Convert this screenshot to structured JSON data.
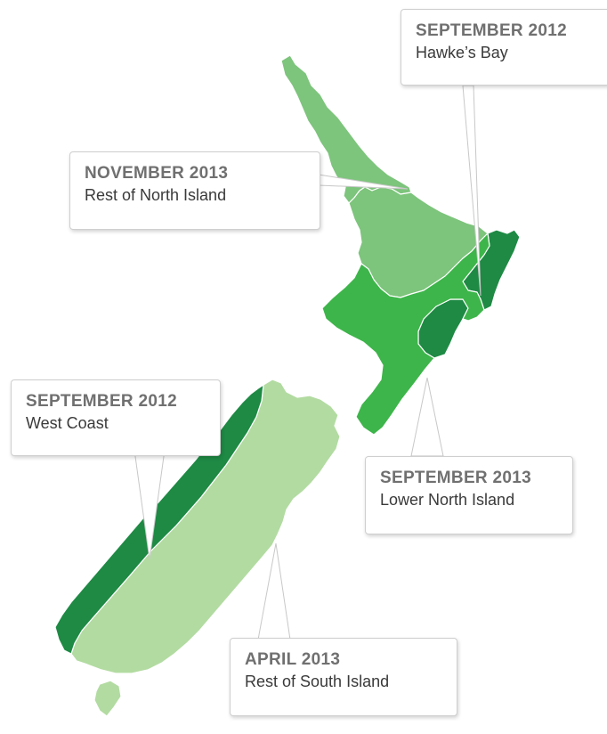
{
  "colors": {
    "background": "#ffffff",
    "light_green": "#b2dba1",
    "mid_light_green": "#7dc47c",
    "bright_green": "#3db54a",
    "dark_green": "#1e8a44",
    "coast_outline": "#ffffff"
  },
  "map": {
    "regions": [
      {
        "id": "northland-auckland",
        "name": "Rest of North Island",
        "date": "NOVEMBER 2013",
        "color_key": "mid_light_green"
      },
      {
        "id": "central-north",
        "name": "Rest of North Island",
        "date": "NOVEMBER 2013",
        "color_key": "mid_light_green"
      },
      {
        "id": "lower-north",
        "name": "Lower North Island",
        "date": "SEPTEMBER 2013",
        "color_key": "bright_green"
      },
      {
        "id": "hawkes-bay",
        "name": "Hawke’s Bay",
        "date": "SEPTEMBER 2012",
        "color_key": "dark_green"
      },
      {
        "id": "west-coast",
        "name": "West Coast",
        "date": "SEPTEMBER 2012",
        "color_key": "dark_green"
      },
      {
        "id": "rest-of-south",
        "name": "Rest of South Island",
        "date": "APRIL 2013",
        "color_key": "light_green"
      },
      {
        "id": "stewart-island",
        "name": "Rest of South Island",
        "date": "APRIL 2013",
        "color_key": "light_green"
      }
    ]
  },
  "callouts": {
    "hawkes_bay": {
      "date": "SEPTEMBER 2012",
      "region": "Hawke’s Bay"
    },
    "rest_north": {
      "date": "NOVEMBER 2013",
      "region": "Rest of North Island"
    },
    "west_coast": {
      "date": "SEPTEMBER 2012",
      "region": "West Coast"
    },
    "lower_north": {
      "date": "SEPTEMBER 2013",
      "region": "Lower North Island"
    },
    "rest_south": {
      "date": "APRIL 2013",
      "region": "Rest of South Island"
    }
  }
}
